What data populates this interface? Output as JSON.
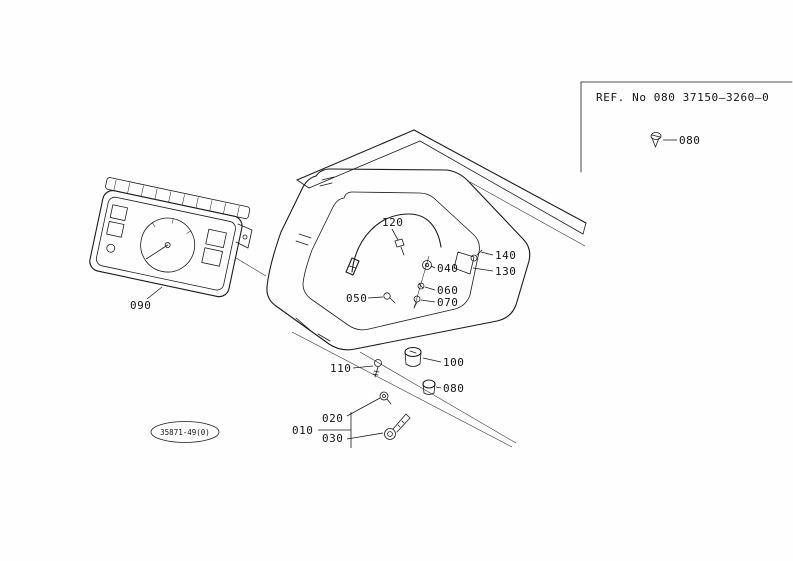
{
  "page": {
    "background_color": "#ffffff",
    "ink_color": "#1b1b1b",
    "description": "Exploded parts diagram of instrument panel and key switch assembly"
  },
  "ref_box": {
    "ref_text": "REF. No 080 37150—3260—0",
    "callout": "080"
  },
  "stamp": {
    "text": "35871-49(0)"
  },
  "callouts": {
    "c010": "010",
    "c020": "020",
    "c030": "030",
    "c040": "040",
    "c050": "050",
    "c060": "060",
    "c070": "070",
    "c080": "080",
    "c090": "090",
    "c100": "100",
    "c110": "110",
    "c120": "120",
    "c130": "130",
    "c140": "140"
  }
}
